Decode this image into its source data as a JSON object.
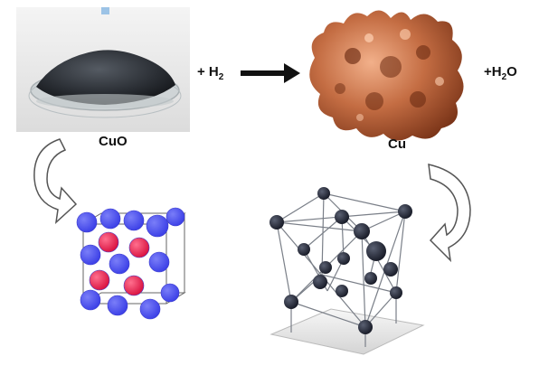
{
  "reaction": {
    "reactant_label": "CuO",
    "reagent_prefix": "+ H",
    "reagent_sub": "2",
    "product_label": "Cu",
    "byproduct_prefix": "+H",
    "byproduct_sub": "2",
    "byproduct_suffix": "O"
  },
  "colors": {
    "oxygen_atom": "#4a4ef0",
    "copper_atom": "#e8174a",
    "model_ball": "#1e2333",
    "copper_metal": "#b8623a",
    "arrow": "#111111"
  },
  "icons": [
    "cuo-powder-photo",
    "copper-nugget-photo",
    "reaction-arrow-icon",
    "curved-arrow-icon",
    "cuo-lattice-model",
    "cu-fcc-ball-stick-model"
  ]
}
